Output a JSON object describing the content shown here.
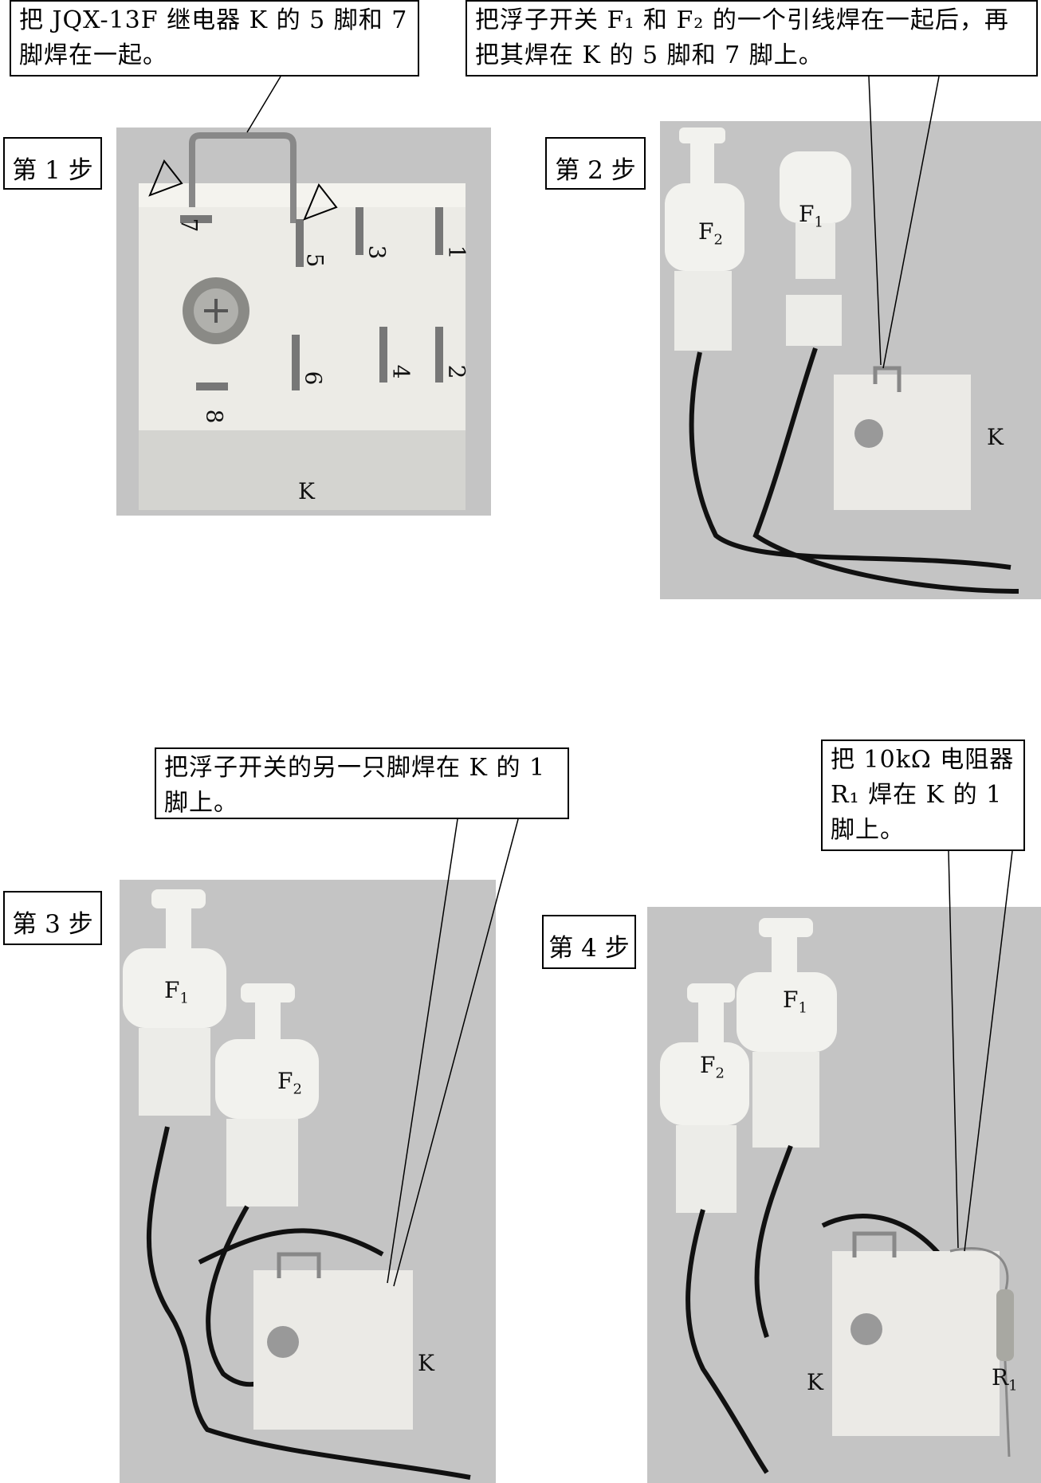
{
  "callouts": {
    "c1": "把 JQX-13F 继电器 K 的 5 脚和 7 脚焊在一起。",
    "c2": "把浮子开关 F₁ 和 F₂ 的一个引线焊在一起后，再把其焊在 K 的 5 脚和 7 脚上。",
    "c3": "把浮子开关的另一只脚焊在 K 的 1 脚上。",
    "c4": "把 10kΩ 电阻器 R₁ 焊在 K 的 1 脚上。"
  },
  "steps": {
    "s1": "第 1 步",
    "s2": "第 2 步",
    "s3": "第 3 步",
    "s4": "第 4 步"
  },
  "labels": {
    "K": "K",
    "F1": "F",
    "F2": "F",
    "R1": "R",
    "sub1": "1",
    "sub2": "2"
  },
  "pins": [
    "1",
    "2",
    "3",
    "4",
    "5",
    "6",
    "7",
    "8"
  ]
}
